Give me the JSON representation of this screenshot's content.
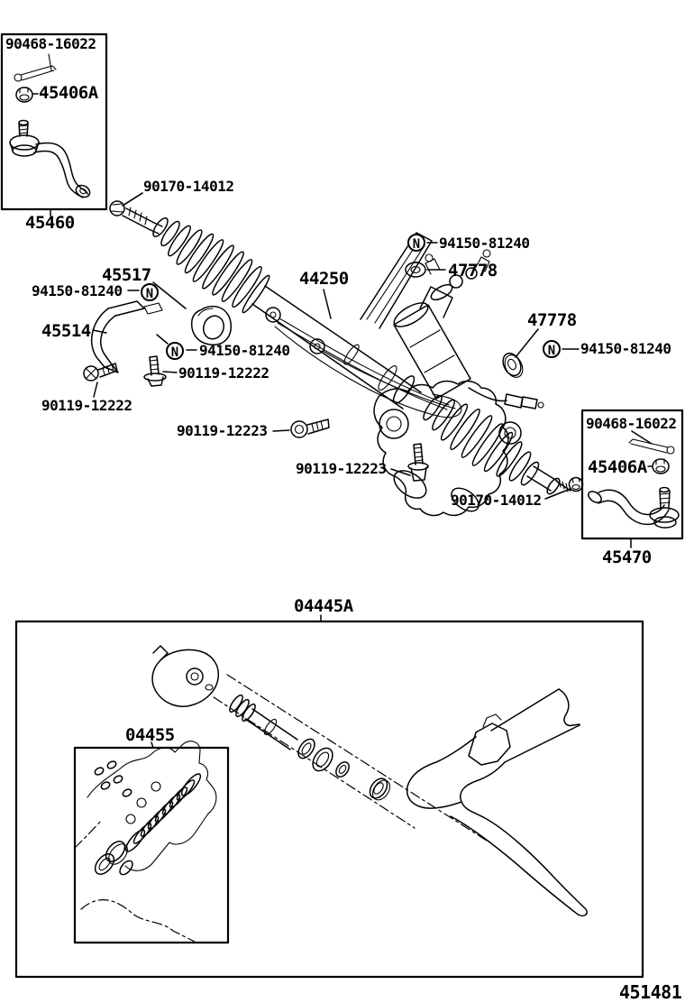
{
  "diagram": {
    "type": "steering-gear-parts-diagram",
    "drawing_number": "451481",
    "nut_symbol": "N",
    "line_color": "#000000",
    "background_color": "#ffffff",
    "labels": {
      "left_box_cotter_pin": "90468-16022",
      "left_box_castle_nut": "45406A",
      "tie_rod_end_left": "45460",
      "rack_end_locknut_left": "90170-14012",
      "grommet": "45517",
      "nut_a": "94150-81240",
      "bracket": "45514",
      "nut_b": "94150-81240",
      "bolt_12222_a": "90119-12222",
      "bolt_12222_b": "90119-12222",
      "bolt_12223_a": "90119-12223",
      "bolt_12223_b": "90119-12223",
      "gear_assembly": "44250",
      "nut_c": "94150-81240",
      "washer_a": "47778",
      "washer_b": "47778",
      "nut_d": "94150-81240",
      "rack_end_locknut_right": "90170-14012",
      "right_box_cotter_pin": "90468-16022",
      "right_box_castle_nut": "45406A",
      "tie_rod_end_right": "45470",
      "gasket_kit": "04445A",
      "valve_kit": "04455"
    }
  }
}
